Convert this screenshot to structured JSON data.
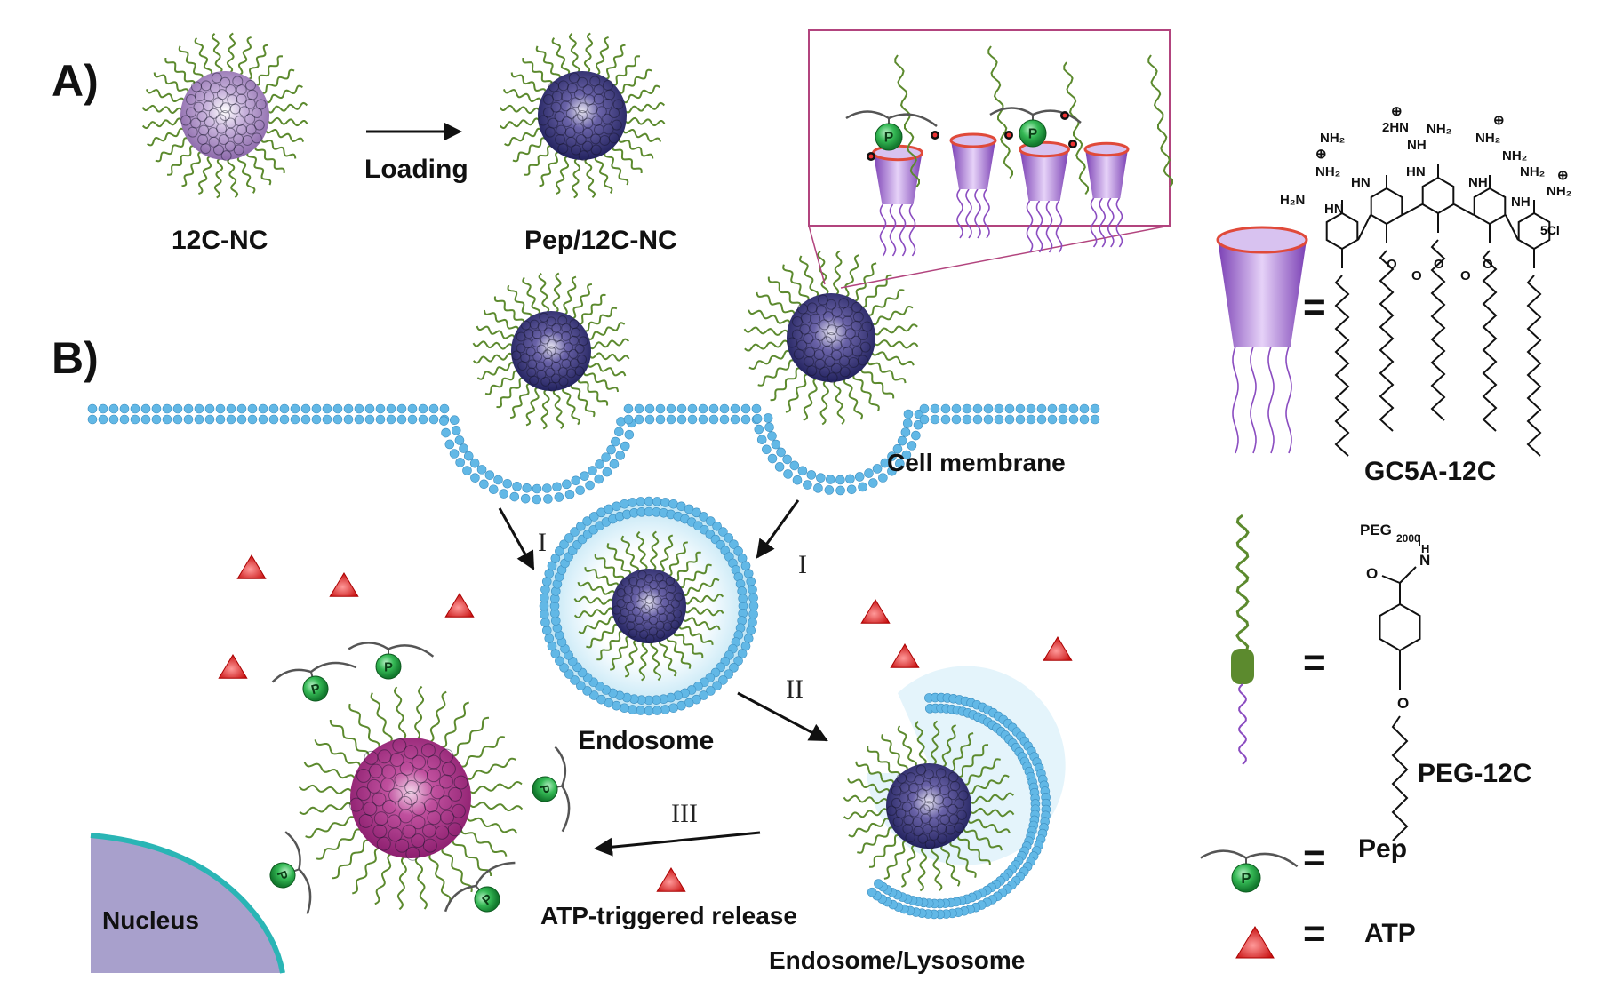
{
  "panel_a": {
    "label": "A)",
    "left_caption": "12C-NC",
    "right_caption": "Pep/12C-NC",
    "arrow_caption": "Loading",
    "pep_letter": "P"
  },
  "panel_b": {
    "label": "B)",
    "membrane_label": "Cell membrane",
    "endosome_label": "Endosome",
    "lysosome_label": "Endosome/Lysosome",
    "release_label": "ATP-triggered release",
    "nucleus_label": "Nucleus",
    "step1": "I",
    "step2": "II",
    "step3": "III"
  },
  "legend": {
    "gc5a_name": "GC5A-12C",
    "peg_name": "PEG-12C",
    "pep_name": "Pep",
    "atp_name": "ATP",
    "equals": "=",
    "peg_label_base": "PEG",
    "peg_label_sub": "2000",
    "counterion": "5Cl",
    "chem": {
      "h2n": "H₂N",
      "nh": "NH",
      "hn": "HN",
      "nh2": "NH₂",
      "two_hn": "2HN",
      "plus": "⊕",
      "o": "O",
      "n": "N",
      "h": "H"
    }
  },
  "colors": {
    "membrane_bead": "#5fb6e4",
    "core_dark": "#2a2a6a",
    "core_light": "#a88fc8",
    "core_magenta": "#b23a8e",
    "chain_green": "#5c8a2e",
    "chain_purple": "#8a4cc0",
    "atp_red": "#d91e1e",
    "pep_green": "#2db34a",
    "nucleus_fill": "#a8a0cc",
    "nucleus_rim": "#2ab5b5",
    "inset_border": "#b2447e",
    "cone_purple": "#9b5bd0",
    "cone_rim": "#e04a3a"
  }
}
